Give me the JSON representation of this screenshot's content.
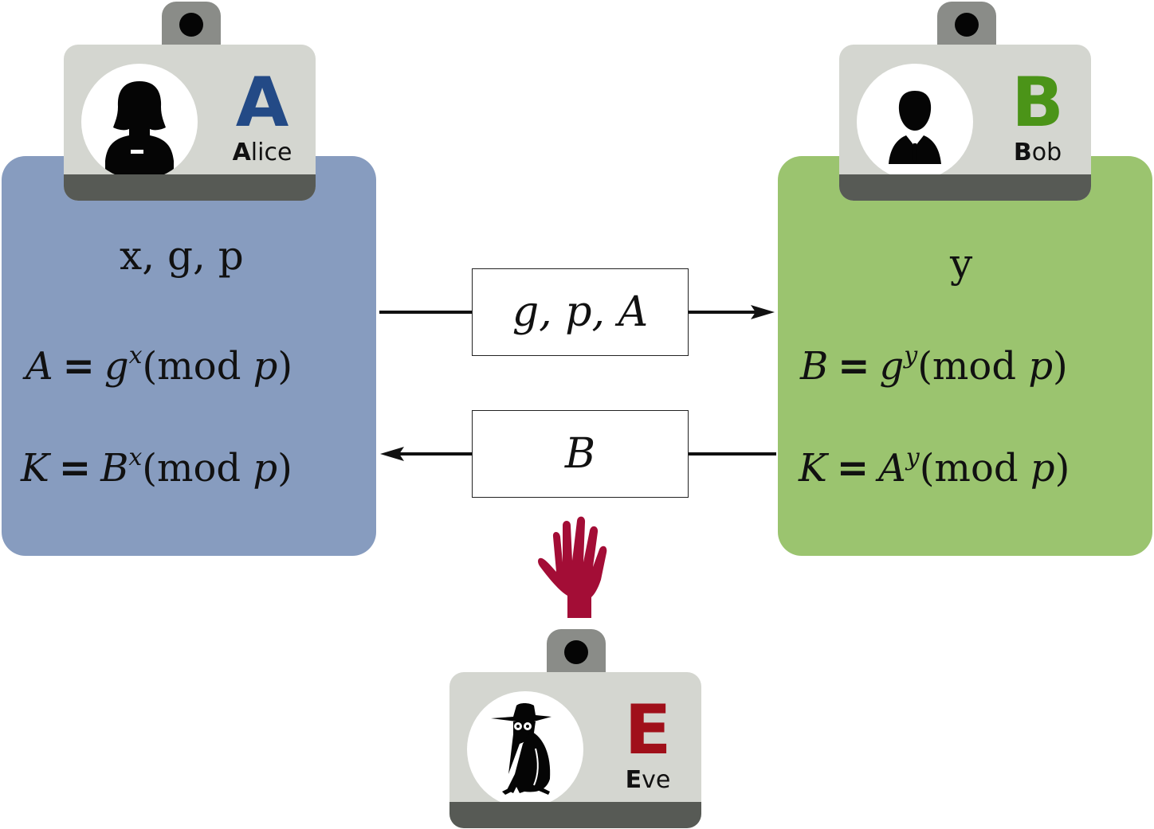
{
  "alice": {
    "letter": "A",
    "name_initial": "A",
    "name_rest": "lice",
    "letter_color": "#234a86",
    "panel_color": "#879cbf",
    "icon": "woman-user-icon",
    "values": "x, g, p",
    "public_key": {
      "lhs": "A",
      "base": "g",
      "exp": "x",
      "mod": "(mod ",
      "mod_var": "p",
      "close": ")"
    },
    "shared_key": {
      "lhs": "K",
      "base": "B",
      "exp": "x",
      "mod": "(mod ",
      "mod_var": "p",
      "close": ")"
    }
  },
  "bob": {
    "letter": "B",
    "name_initial": "B",
    "name_rest": "ob",
    "letter_color": "#4b9418",
    "panel_color": "#9bc46f",
    "icon": "man-user-icon",
    "values": "y",
    "public_key": {
      "lhs": "B",
      "base": "g",
      "exp": "y",
      "mod": "(mod ",
      "mod_var": "p",
      "close": ")"
    },
    "shared_key": {
      "lhs": "K",
      "base": "A",
      "exp": "y",
      "mod": "(mod ",
      "mod_var": "p",
      "close": ")"
    }
  },
  "eve": {
    "letter": "E",
    "name_initial": "E",
    "name_rest": "ve",
    "letter_color": "#a0101a",
    "icon": "spy-icon",
    "hand_icon": "stop-hand-icon",
    "hand_color": "#a30d36"
  },
  "messages": {
    "to_bob": "g, p, A",
    "to_alice": "B"
  },
  "equals": "="
}
